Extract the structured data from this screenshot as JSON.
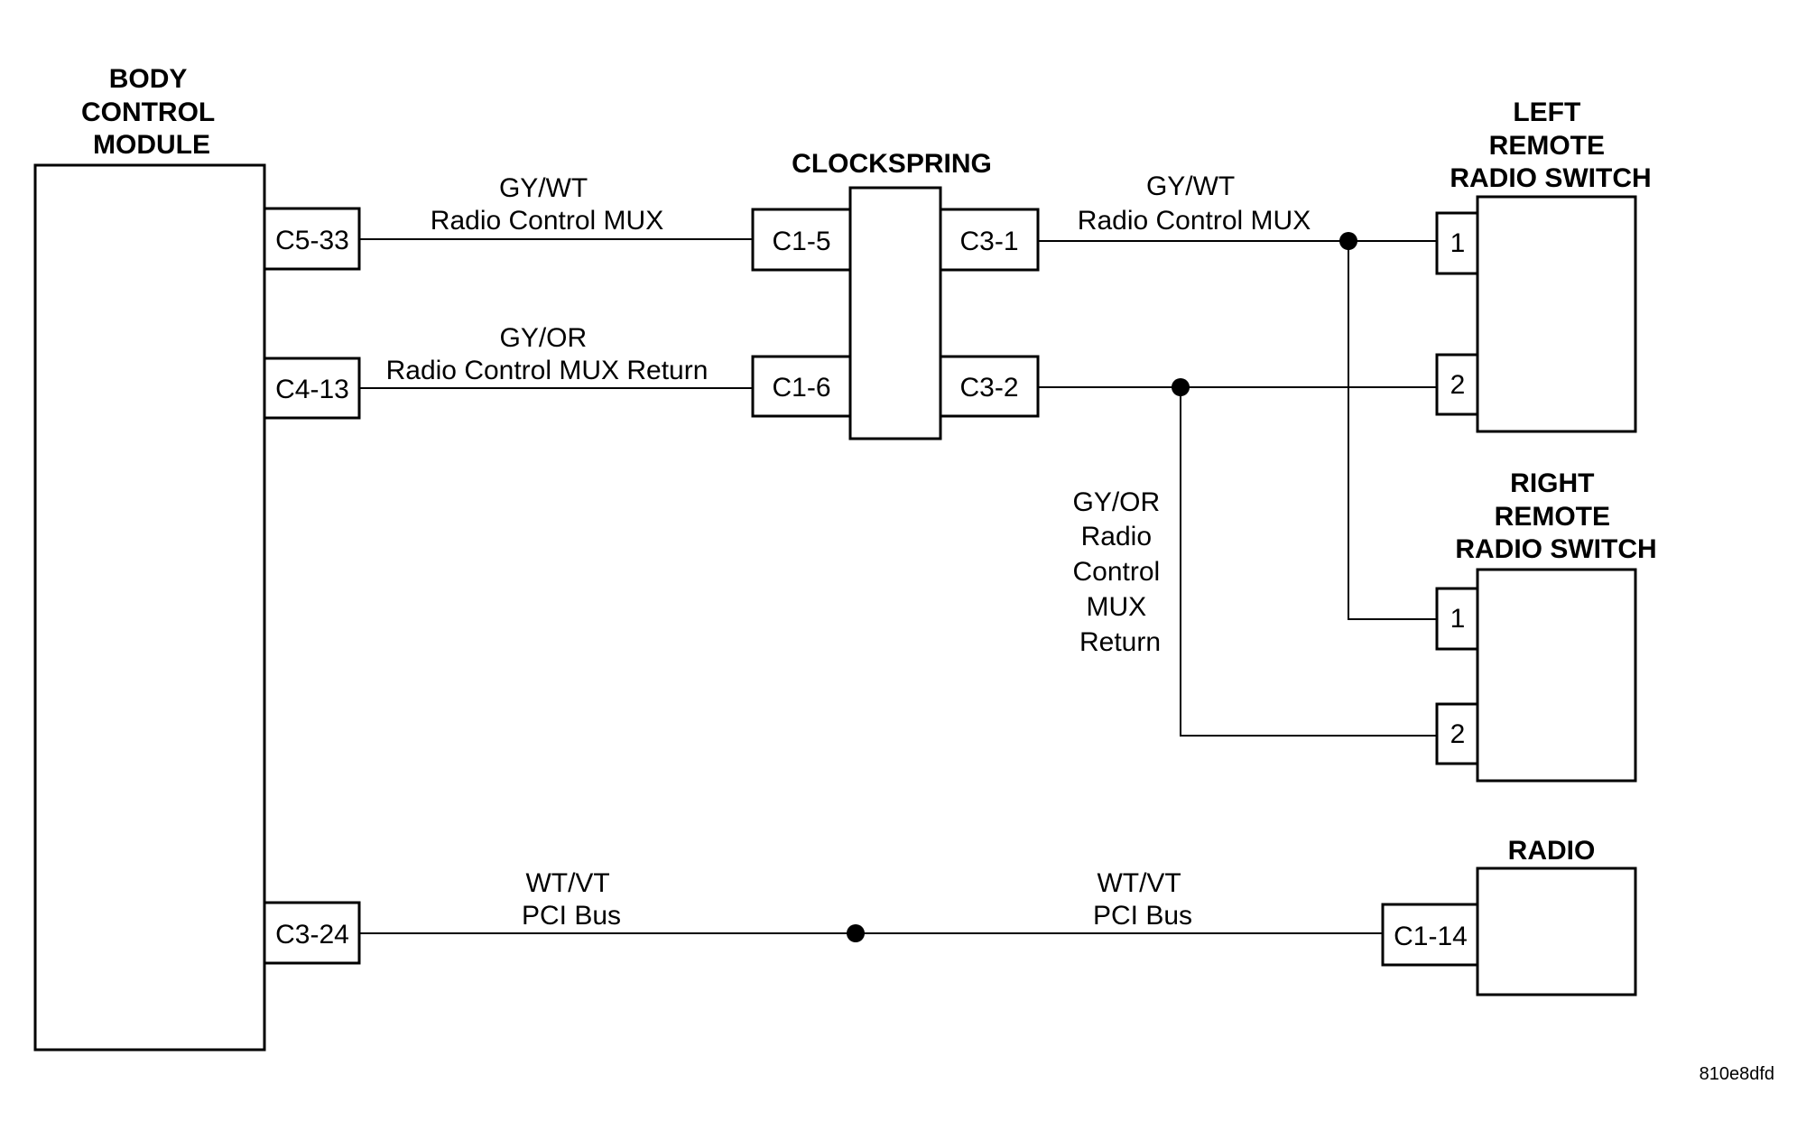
{
  "components": {
    "bcm": {
      "title": [
        "BODY",
        "CONTROL",
        "MODULE"
      ]
    },
    "clockspring": {
      "title": [
        "CLOCKSPRING"
      ]
    },
    "left_switch": {
      "title": [
        "LEFT",
        "REMOTE",
        "RADIO SWITCH"
      ]
    },
    "right_switch": {
      "title": [
        "RIGHT",
        "REMOTE",
        "RADIO SWITCH"
      ]
    },
    "radio": {
      "title": [
        "RADIO"
      ]
    }
  },
  "pins": {
    "bcm_c5_33": "C5-33",
    "bcm_c4_13": "C4-13",
    "bcm_c3_24": "C3-24",
    "cs_c1_5": "C1-5",
    "cs_c1_6": "C1-6",
    "cs_c3_1": "C3-1",
    "cs_c3_2": "C3-2",
    "left_1": "1",
    "left_2": "2",
    "right_1": "1",
    "right_2": "2",
    "radio_c1_14": "C1-14"
  },
  "wires": {
    "mux_left": [
      "GY/WT",
      "Radio Control MUX"
    ],
    "return_left": [
      "GY/OR",
      "Radio Control MUX Return"
    ],
    "mux_right": [
      "GY/WT",
      "Radio Control MUX"
    ],
    "return_vertical": [
      "GY/OR",
      "Radio",
      "Control",
      "MUX",
      "Return"
    ],
    "pci_left": [
      "WT/VT",
      "PCI Bus"
    ],
    "pci_right": [
      "WT/VT",
      "PCI Bus"
    ]
  },
  "figure_code": "810e8dfd"
}
